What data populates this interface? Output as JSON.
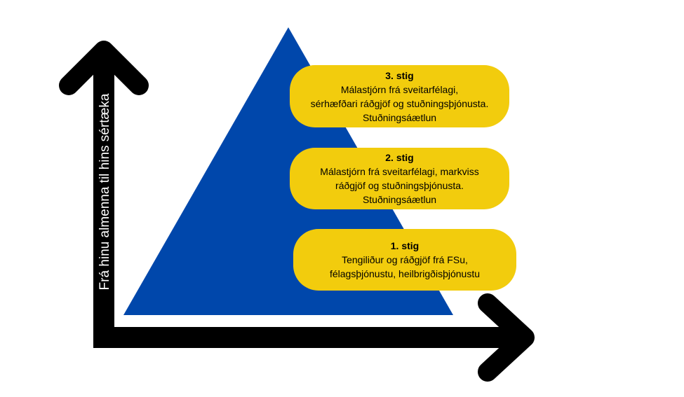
{
  "axis_label": "Frá hinu almenna til hins sértæka",
  "colors": {
    "pyramid": "#0047ab",
    "tier_box": "#f2cc0d",
    "axes": "#000000",
    "axis_label_text": "#ffffff"
  },
  "tiers": [
    {
      "title": "3. stig",
      "lines": [
        "Málastjórn frá sveitarfélagi,",
        "sérhæfðari ráðgjöf og stuðningsþjónusta.",
        "Stuðningsáætlun"
      ]
    },
    {
      "title": "2. stig",
      "lines": [
        "Málastjórn frá sveitarfélagi, markviss",
        "ráðgjöf og stuðningsþjónusta.",
        "Stuðningsáætlun"
      ]
    },
    {
      "title": "1. stig",
      "lines": [
        "Tengiliður og ráðgjöf frá FSu,",
        "félagsþjónustu, heilbrigðisþjónustu"
      ]
    }
  ]
}
